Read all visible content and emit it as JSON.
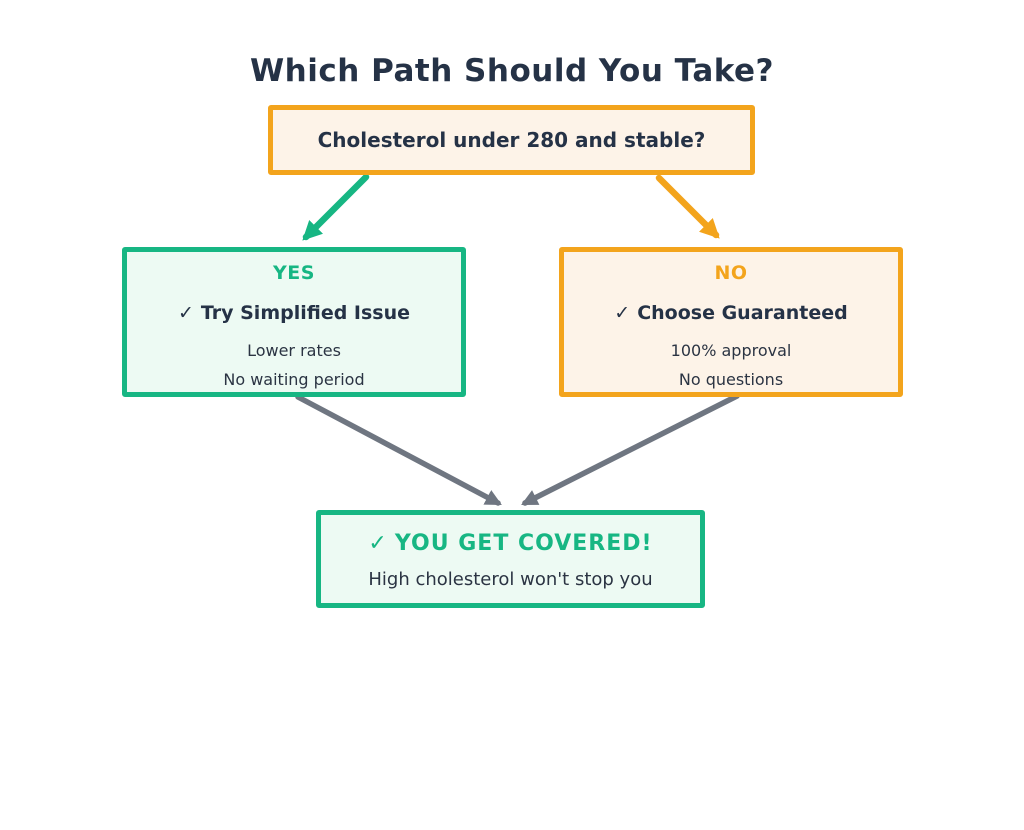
{
  "title": "Which Path Should You Take?",
  "colors": {
    "bg": "#ffffff",
    "green": "#17b683",
    "orange": "#f3a41c",
    "green_fill": "#edfaf3",
    "orange_fill": "#fdf3e8",
    "text_dark": "#253246",
    "text_soft": "#2b3443",
    "arrow_gray": "#6f7681"
  },
  "diagram": {
    "root": {
      "question": "Cholesterol under 280 and stable?"
    },
    "yes_branch": {
      "label": "YES",
      "check_icon": "✓",
      "heading": "Try Simplified Issue",
      "details": [
        "Lower rates",
        "No waiting period"
      ]
    },
    "no_branch": {
      "label": "NO",
      "check_icon": "✓",
      "heading": "Choose Guaranteed",
      "details": [
        "100% approval",
        "No questions"
      ]
    },
    "outcome": {
      "check_icon": "✓",
      "heading": "YOU GET COVERED!",
      "subtext": "High cholesterol won't stop you"
    }
  }
}
